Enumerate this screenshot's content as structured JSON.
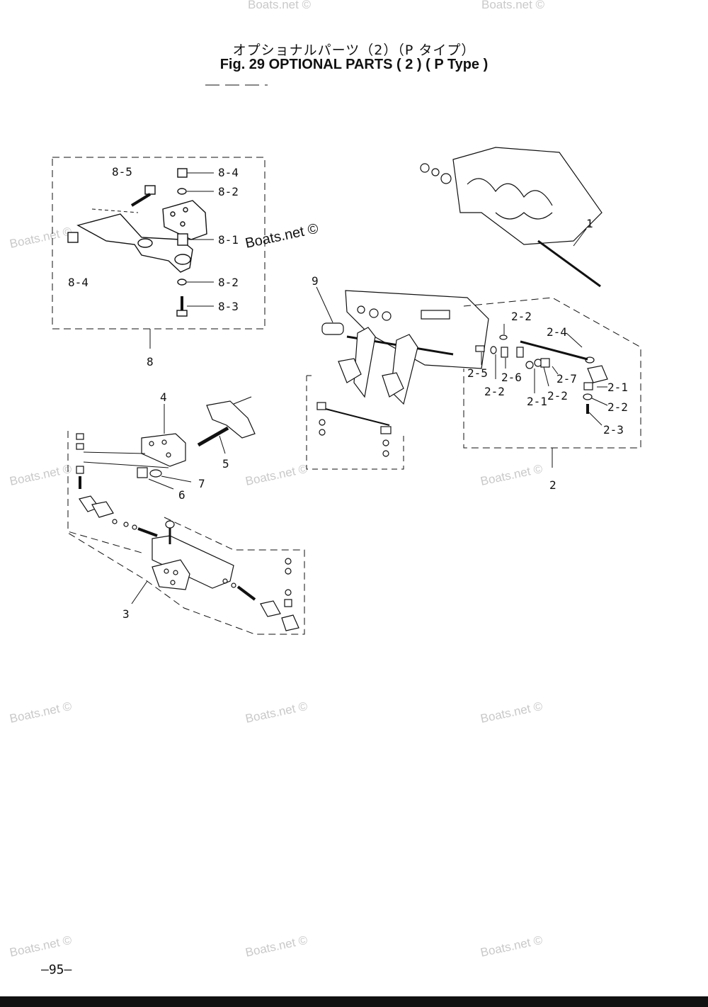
{
  "title_jp": "オプショナルパーツ（2）（P タイプ）",
  "title_en": "Fig. 29   OPTIONAL PARTS ( 2 ) ( P Type )",
  "watermark": "Boats.net ©",
  "page_number": "—95—",
  "callouts": {
    "p1": "1",
    "p2": "2",
    "p2_1a": "2-1",
    "p2_1b": "2-1",
    "p2_2a": "2-2",
    "p2_2b": "2-2",
    "p2_2c": "2-2",
    "p2_2d": "2-2",
    "p2_3": "2-3",
    "p2_4": "2-4",
    "p2_5": "2-5",
    "p2_6": "2-6",
    "p2_7": "2-7",
    "p3": "3",
    "p4": "4",
    "p5": "5",
    "p6": "6",
    "p7": "7",
    "p8": "8",
    "p8_1": "8-1",
    "p8_2a": "8-2",
    "p8_2b": "8-2",
    "p8_3": "8-3",
    "p8_4a": "8-4",
    "p8_4b": "8-4",
    "p8_5": "8-5",
    "p9": "9"
  }
}
